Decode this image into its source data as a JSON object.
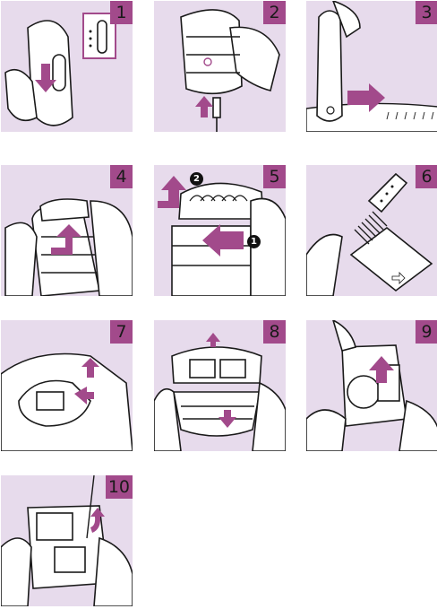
{
  "steps": [
    {
      "number": "1",
      "illustration": "epilator-switch-off-icon"
    },
    {
      "number": "2",
      "illustration": "charge-plug-icon"
    },
    {
      "number": "3",
      "illustration": "epilate-leg-icon"
    },
    {
      "number": "4",
      "illustration": "remove-cap-icon"
    },
    {
      "number": "5",
      "illustration": "detach-head-icon"
    },
    {
      "number": "6",
      "illustration": "brush-clean-icon"
    },
    {
      "number": "7",
      "illustration": "open-housing-icon"
    },
    {
      "number": "8",
      "illustration": "split-housing-icon"
    },
    {
      "number": "9",
      "illustration": "remove-battery-icon"
    },
    {
      "number": "10",
      "illustration": "pry-battery-icon"
    }
  ],
  "callouts": {
    "first": "1",
    "second": "2"
  },
  "colors": {
    "panel": "#e7dbec",
    "accent": "#a24a8b",
    "ink": "#1a1a1a"
  }
}
